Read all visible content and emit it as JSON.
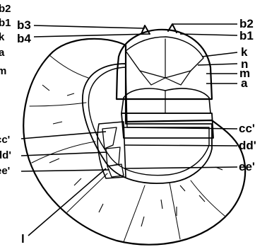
{
  "figure": {
    "labels": {
      "b2_left": "b2",
      "b1_left": "b1",
      "k_left": "k",
      "a_left": "a",
      "m_left": "m",
      "cc_left": "cc'",
      "dd_left": "dd'",
      "ee_left": "ee'",
      "b3": "b3",
      "b4": "b4",
      "b2_right": "b2",
      "b1_right": "b1",
      "k_right": "k",
      "n_right": "n",
      "m_right": "m",
      "a_right": "a",
      "cc_right": "cc'",
      "dd_right": "dd'",
      "ee_right": "ee'",
      "l_bottom": "l"
    }
  }
}
